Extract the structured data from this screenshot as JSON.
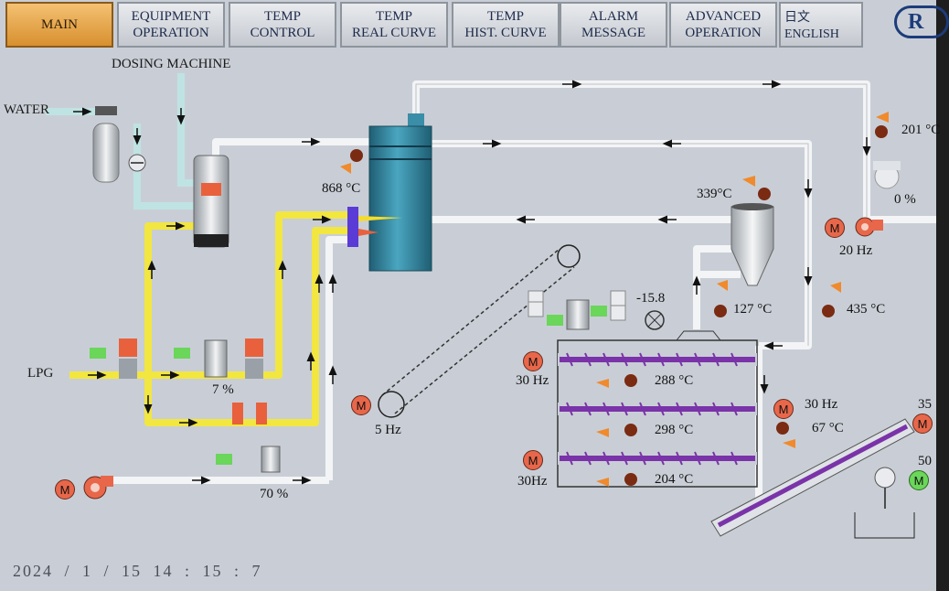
{
  "nav": {
    "main": "MAIN",
    "equipment_1": "EQUIPMENT",
    "equipment_2": "OPERATION",
    "temp_control_1": "TEMP",
    "temp_control_2": "CONTROL",
    "real_curve_1": "TEMP",
    "real_curve_2": "REAL CURVE",
    "hist_curve_1": "TEMP",
    "hist_curve_2": "HIST. CURVE",
    "alarm_1": "ALARM",
    "alarm_2": "MESSAGE",
    "advanced_1": "ADVANCED",
    "advanced_2": "OPERATION"
  },
  "language": {
    "japanese": "日文",
    "english": "ENGLISH"
  },
  "logo": {
    "text": "R"
  },
  "labels": {
    "dosing_machine": "DOSING MACHINE",
    "water": "WATER",
    "lpg": "LPG",
    "motor": "M"
  },
  "readings": {
    "furnace_temp": "868 °C",
    "top_right_temp": "201 °C",
    "fan_percent": "0 %",
    "fan_hz": "20 Hz",
    "cyclone_temp": "339°C",
    "cyclone_out_temp": "127 °C",
    "right_temp": "435 °C",
    "pressure": "-15.8",
    "conveyor_hz": "5 Hz",
    "lpg_valve_percent": "7 %",
    "air_valve_percent": "70 %",
    "dryer1_hz": "30 Hz",
    "dryer1_temp": "288 °C",
    "dryer2_hz": "30 Hz",
    "dryer2_temp": "298 °C",
    "dryer3_hz": "30Hz",
    "dryer3_temp": "204 °C",
    "outlet_temp": "67 °C",
    "screw_hz_partial": "35",
    "screw_value_partial": "50"
  },
  "status": {
    "datetime": "2024 / 1 / 15  14 : 15 : 7"
  },
  "colors": {
    "screen_bg": "#c9ced6",
    "pipe": "#eef0f3",
    "water_pipe": "#bfe3e2",
    "lpg_pipe": "#f2e640",
    "motor": "#e8674a",
    "valve_green": "#6ad65a",
    "furnace": "#2f7f98",
    "screw": "#7a33a8"
  }
}
